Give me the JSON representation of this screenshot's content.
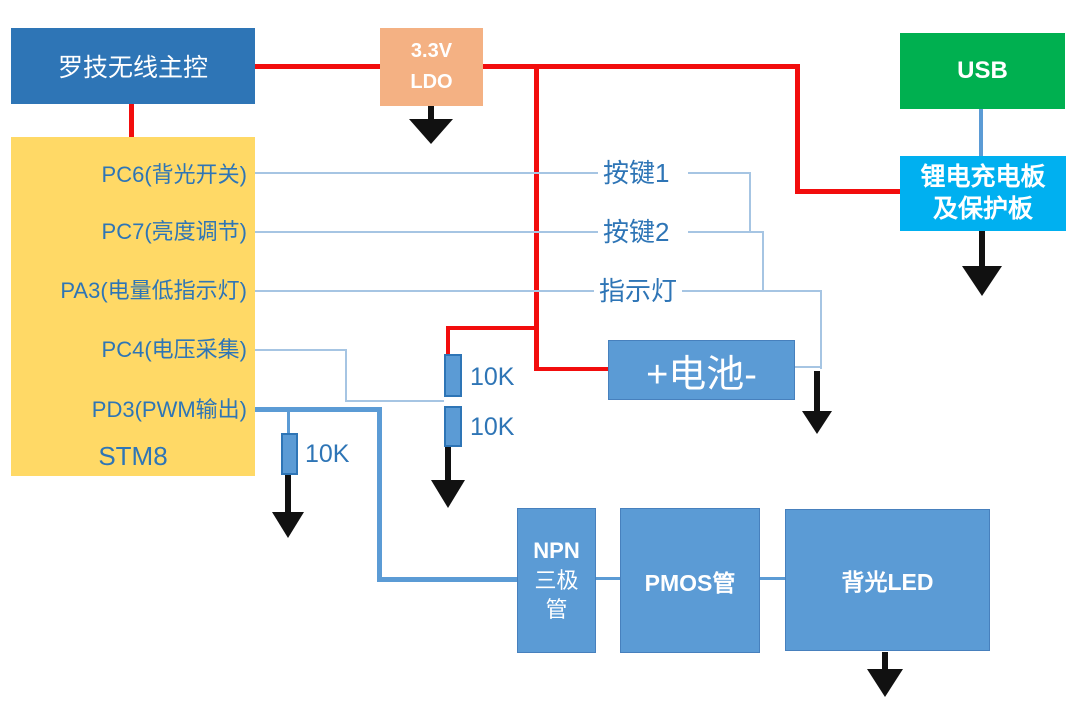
{
  "colors": {
    "accent_blue": "#2E75B6",
    "box_blue": "#5B9BD5",
    "yellow": "#FFD966",
    "peach": "#F4B183",
    "green": "#00B050",
    "cyan": "#00B0F0",
    "wire_red": "#F20D0D",
    "wire_light": "#A6C5E3",
    "label_blue": "#2E75B6",
    "ground_black": "#111111"
  },
  "blocks": {
    "controller": {
      "label": "罗技无线主控"
    },
    "ldo": {
      "lines": [
        "3.3V",
        "LDO"
      ]
    },
    "usb": {
      "label": "USB"
    },
    "charger": {
      "lines": [
        "锂电充电板",
        "及保护板"
      ]
    },
    "mcu": {
      "name": "STM8",
      "pins": [
        {
          "label": "PC6(背光开关)"
        },
        {
          "label": "PC7(亮度调节)"
        },
        {
          "label": "PA3(电量低指示灯)"
        },
        {
          "label": "PC4(电压采集)"
        },
        {
          "label": "PD3(PWM输出)"
        }
      ]
    },
    "battery": {
      "label": "+电池-"
    },
    "npn": {
      "lines": [
        "NPN",
        "三极",
        "管"
      ]
    },
    "pmos": {
      "label": "PMOS管"
    },
    "led": {
      "label": "背光LED"
    }
  },
  "net_labels": {
    "button1": "按键1",
    "button2": "按键2",
    "indicator": "指示灯"
  },
  "resistors": [
    {
      "value": "10K"
    },
    {
      "value": "10K"
    },
    {
      "value": "10K"
    }
  ]
}
